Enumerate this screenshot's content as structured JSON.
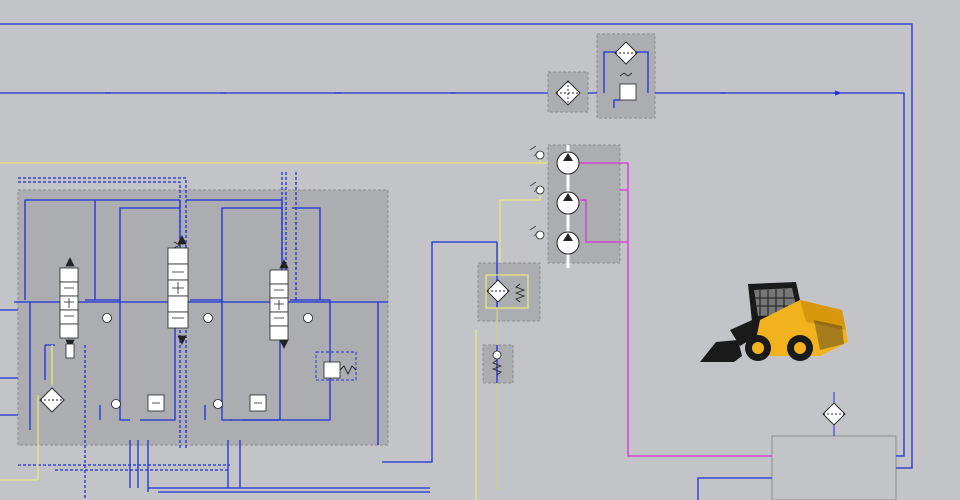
{
  "colors": {
    "background": "#c3c4c8",
    "panel": "#abadb1",
    "pressure_line": "#1f2fd6",
    "pilot_line": "#e8e87a",
    "return_line": "#d633d6",
    "machine_body": "#f2b21e",
    "machine_dark": "#1a1a1a"
  },
  "components": {
    "control_valves": 3,
    "pump_sections": 3,
    "filters": 5,
    "machine_icon": "skid-steer-loader-icon"
  }
}
